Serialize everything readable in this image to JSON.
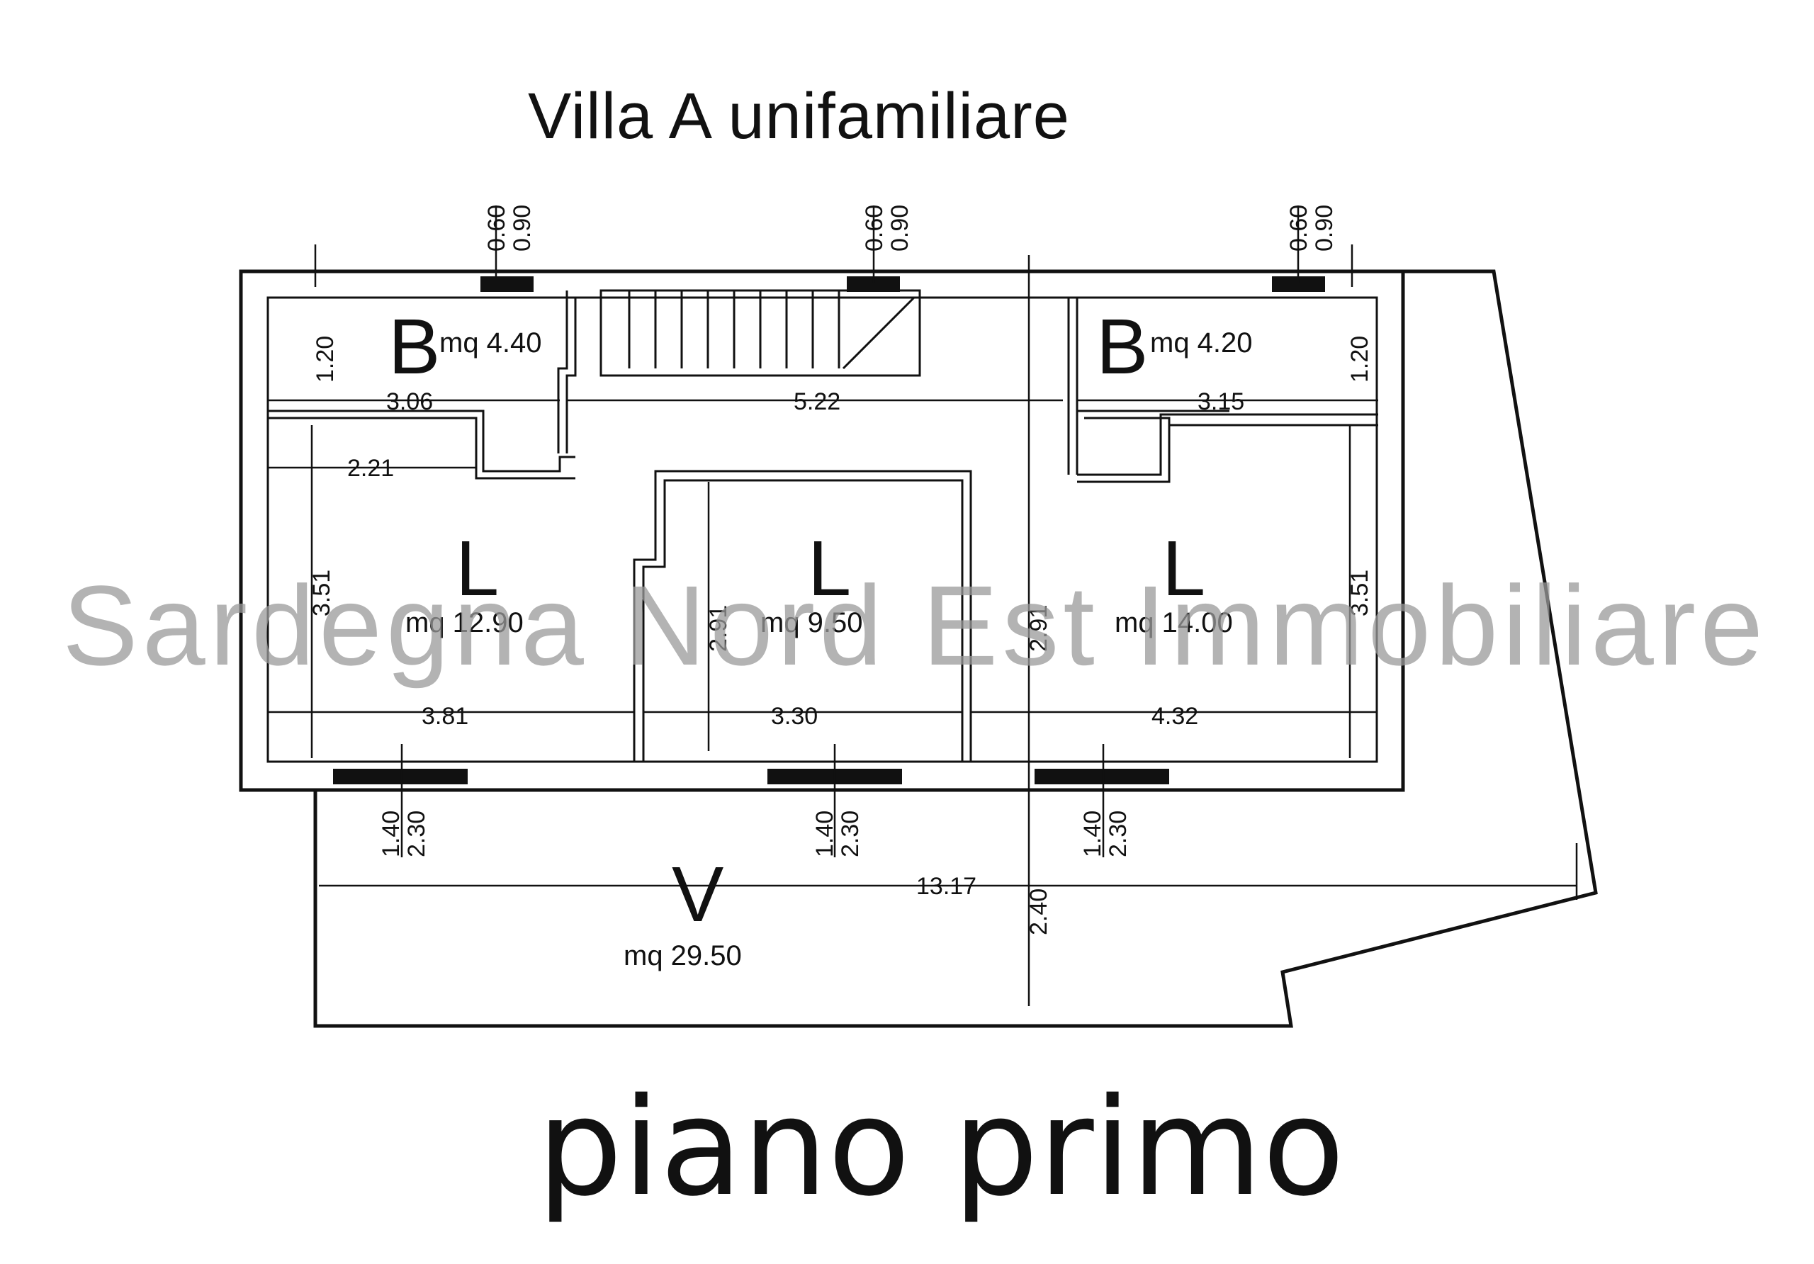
{
  "title": "Villa A unifamiliare",
  "footer": "piano primo",
  "watermark": "Sardegna Nord Est Immobiliare",
  "rooms": [
    {
      "code": "B",
      "area": "mq 4.40"
    },
    {
      "code": "B",
      "area": "mq 4.20"
    },
    {
      "code": "L",
      "area": "mq 12.90"
    },
    {
      "code": "L",
      "area": "mq 9.50"
    },
    {
      "code": "L",
      "area": "mq 14.00"
    },
    {
      "code": "V",
      "area": "mq 29.50"
    }
  ],
  "dimensions": {
    "b1_width": "3.06",
    "b1_height": "1.20",
    "corridor_width": "5.22",
    "b2_width": "3.15",
    "b2_height": "1.20",
    "l1_entry": "2.21",
    "l1_height": "3.51",
    "l1_width": "3.81",
    "l2_height": "2.91",
    "l2_width": "3.30",
    "l3_left_height": "2.91",
    "l3_height": "3.51",
    "l3_width": "4.32",
    "veranda_width": "13.17",
    "veranda_depth": "2.40"
  },
  "windows": {
    "top_sill": "0.60",
    "top_height": "0.90",
    "bottom_sill": "1.40",
    "bottom_height": "2.30"
  }
}
